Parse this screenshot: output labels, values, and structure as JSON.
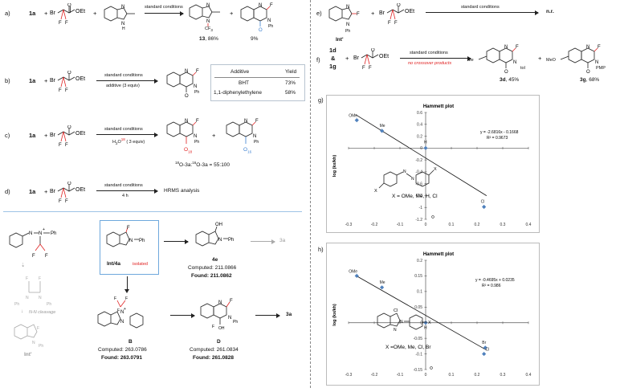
{
  "divider_color": "#9ec3e6",
  "panels": {
    "a": {
      "label": "a)",
      "r1": "1a",
      "plus": "+",
      "reagent": "Br",
      "reagent2": "OEt",
      "cond": "standard conditions",
      "p1_label": "13",
      "p1_yield": ", 86%",
      "p1_sub": "CF",
      "p1_sub3": "3",
      "p2_yield": "9%",
      "nh": "N",
      "h": "H"
    },
    "b": {
      "label": "b)",
      "r1": "1a",
      "cond_top": "standard conditions",
      "cond_bot": "additive (3 equiv)",
      "table_h1": "Additive",
      "table_h2": "Yield",
      "rows": [
        {
          "a": "BHT",
          "y": "73%"
        },
        {
          "a": "1,1-diphenylethylene",
          "y": "58%"
        }
      ]
    },
    "c": {
      "label": "c)",
      "r1": "1a",
      "cond_top": "standard conditions",
      "cond_bot_pre": "H",
      "cond_bot_sub": "2",
      "cond_bot_o": "O",
      "cond_bot_sup": "18",
      "cond_bot_post": " ( 3 equiv)",
      "o18a": "O",
      "o18a_sub": "18",
      "o16": "O",
      "o16_sub": "16",
      "ratio_pre": "18",
      "ratio": "O-3a:",
      "ratio_pre2": "16",
      "ratio2": "O-3a = 55:100"
    },
    "d": {
      "label": "d)",
      "r1": "1a",
      "cond_top": "standard conditions",
      "cond_bot": "4 h",
      "result": "HRMS analysis"
    },
    "e": {
      "label": "e)",
      "cond": "standard conditions",
      "result": "n.r.",
      "intp": "Int'",
      "ph": "Ph"
    },
    "f": {
      "label": "f)",
      "r1": "1d",
      "amp": "&",
      "r2": "1g",
      "cond_top": "standard conditions",
      "cond_bot": "no crossover products",
      "p1": "3d",
      "p1_yield": ", 45%",
      "p2": "3g",
      "p2_yield": ", 68%",
      "me": "Me",
      "tol": "tol",
      "meo": "MeO",
      "pmp": "PMP"
    },
    "mech": {
      "int4a": "Int/4a",
      "isolated": "isolated",
      "p4e": "4e",
      "comp_4e": "Computed: 211.0866",
      "found_4e": "Found: 211.0862",
      "pB": "B",
      "comp_B": "Computed: 263.0786",
      "found_B": "Found: 263.0791",
      "pD": "D",
      "comp_D": "Computed: 261.0834",
      "found_D": "Found: 261.0828",
      "p3a": "3a",
      "p3a_gray": "3a",
      "intp": "Int'",
      "nn": "N-N cleavage",
      "oh": "OH",
      "ph": "Ph"
    },
    "g": {
      "label": "g)"
    },
    "h": {
      "label": "h)"
    }
  },
  "chart_data": [
    {
      "type": "scatter",
      "title": "Hammett plot",
      "ylabel": "log (kx/kh)",
      "xlabel": "",
      "xlim": [
        -0.3,
        0.4
      ],
      "ylim": [
        -1.2,
        0.6
      ],
      "xticks": [
        -0.3,
        -0.2,
        -0.1,
        0,
        0.1,
        0.2,
        0.3,
        0.4
      ],
      "yticks": [
        -1.2,
        -1,
        -0.8,
        -0.6,
        -0.4,
        -0.2,
        0,
        0.2,
        0.4,
        0.6
      ],
      "points": [
        {
          "x": -0.268,
          "y": 0.47,
          "label": "OMe"
        },
        {
          "x": -0.17,
          "y": 0.29,
          "label": "Me"
        },
        {
          "x": 0,
          "y": 0,
          "label": "H"
        },
        {
          "x": 0.227,
          "y": -0.99,
          "label": "Cl"
        }
      ],
      "fit": {
        "slope": -2.6816,
        "intercept": -0.1668
      },
      "equation": "y = -2.6816x - 0.1668",
      "r2": "R² = 0.9673",
      "legend_text": "X = OMe, Me, H, Cl",
      "x_sub": "X"
    },
    {
      "type": "scatter",
      "title": "Hammett plot",
      "ylabel": "log (kx/kh)",
      "xlabel": "",
      "xlim": [
        -0.3,
        0.4
      ],
      "ylim": [
        -0.15,
        0.2
      ],
      "xticks": [
        -0.3,
        -0.2,
        -0.1,
        0,
        0.1,
        0.2,
        0.3,
        0.4
      ],
      "yticks": [
        -0.15,
        -0.1,
        -0.05,
        0,
        0.05,
        0.1,
        0.15,
        0.2
      ],
      "points": [
        {
          "x": -0.268,
          "y": 0.15,
          "label": "OMe"
        },
        {
          "x": -0.17,
          "y": 0.113,
          "label": "Me"
        },
        {
          "x": 0,
          "y": 0,
          "label": "H"
        },
        {
          "x": 0.232,
          "y": -0.08,
          "label": "Br"
        },
        {
          "x": 0.227,
          "y": -0.1,
          "label": "Cl"
        }
      ],
      "fit": {
        "slope": -0.4695,
        "intercept": 0.0235
      },
      "equation": "y = -0.4695x + 0.0235",
      "r2": "R² = 0.986",
      "legend_text": "X =OMe, Me, Cl, Br",
      "x_sub": "X",
      "cl": "Cl"
    }
  ]
}
